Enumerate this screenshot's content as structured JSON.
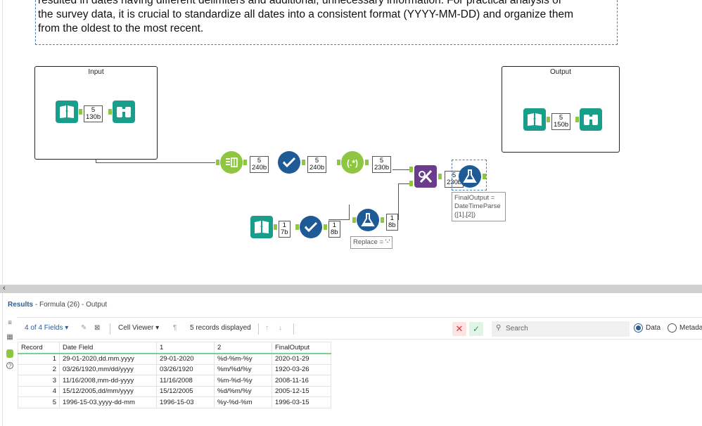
{
  "comment": {
    "lines": [
      "resulted in dates having different delimiters and additional, unnecessary information. For practical analysis of",
      "the survey data, it is crucial to standardize all dates into a consistent format (YYYY-MM-DD) and organize them",
      "from the oldest to the most recent."
    ]
  },
  "containers": {
    "input_title": "Input",
    "output_title": "Output"
  },
  "badges": {
    "input": [
      "5",
      "130b"
    ],
    "output": [
      "5",
      "150b"
    ],
    "textinput": [
      "5",
      "240b"
    ],
    "select": [
      "5",
      "240b"
    ],
    "regex": [
      "5",
      "230b"
    ],
    "join": [
      "5",
      "230b"
    ],
    "src2": [
      "1",
      "7b"
    ],
    "select2": [
      "1",
      "8b"
    ],
    "formula2": [
      "1",
      "8b"
    ]
  },
  "annotations": {
    "formula26": [
      "FinalOutput =",
      "DateTimeParse",
      "([1],[2])"
    ],
    "formula_replace": "Replace = '-'"
  },
  "results": {
    "title_prefix": "Results",
    "title_suffix": " - Formula (26) - Output",
    "fields_label": "4 of 4 Fields",
    "cell_viewer": "Cell Viewer",
    "records_displayed": "5 records displayed",
    "search_placeholder": "Search",
    "radio_data": "Data",
    "radio_metadata": "Metada"
  },
  "table": {
    "headers": [
      "Record",
      "Date Field",
      "1",
      "2",
      "FinalOutput"
    ],
    "rows": [
      [
        "1",
        "29-01-2020,dd.mm.yyyy",
        "29-01-2020",
        "%d-%m-%y",
        "2020-01-29"
      ],
      [
        "2",
        "03/26/1920,mm/dd/yyyy",
        "03/26/1920",
        "%m/%d/%y",
        "1920-03-26"
      ],
      [
        "3",
        "11/16/2008,mm-dd-yyyy",
        "11/16/2008",
        "%m-%d-%y",
        "2008-11-16"
      ],
      [
        "4",
        "15/12/2005,dd/mm/yyyy",
        "15/12/2005",
        "%d/%m/%y",
        "2005-12-15"
      ],
      [
        "5",
        "1996-15-03,yyyy-dd-mm",
        "1996-15-03",
        "%y-%d-%m",
        "1996-03-15"
      ]
    ]
  },
  "colors": {
    "teal": "#1a9e8c",
    "green": "#8ec641",
    "navy": "#1e5a96",
    "purple": "#6b3b8c",
    "link": "#2b5d95"
  }
}
